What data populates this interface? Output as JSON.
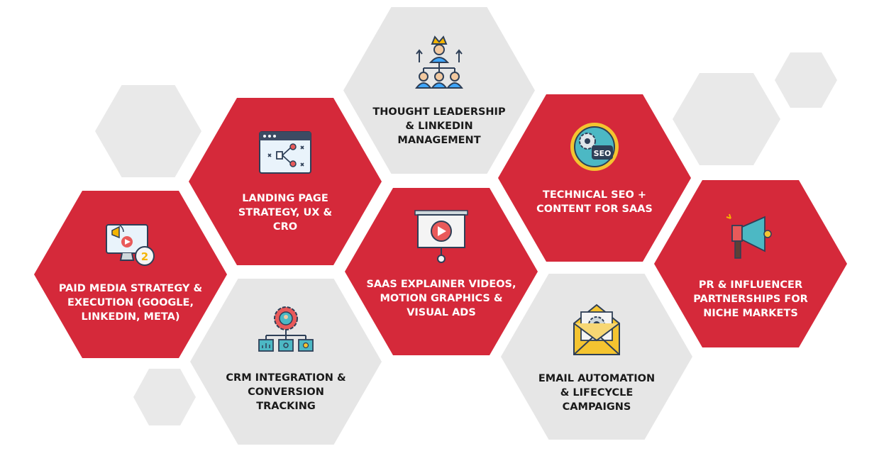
{
  "colors": {
    "red": "#d5293a",
    "gray": "#e6e6e6",
    "text_dark": "#1a1a1a",
    "text_light": "#ffffff"
  },
  "services": [
    {
      "label": "Thought Leadership\n& LinkedIn\nManagement",
      "style": "gray",
      "icon": "leadership-team-icon"
    },
    {
      "label": "Landing Page\nStrategy, UX &\nCRO",
      "style": "red",
      "icon": "landing-page-flow-icon"
    },
    {
      "label": "Technical SEO +\nContent for SaaS",
      "style": "red",
      "icon": "seo-gear-icon"
    },
    {
      "label": "Paid Media Strategy &\nExecution (Google,\nLinkedIn, Meta)",
      "style": "red",
      "icon": "paid-media-monitor-icon"
    },
    {
      "label": "SaaS Explainer Videos,\nMotion Graphics &\nVisual Ads",
      "style": "red",
      "icon": "video-presentation-icon"
    },
    {
      "label": "PR & Influencer\nPartnerships for\nNiche Markets",
      "style": "red",
      "icon": "megaphone-icon"
    },
    {
      "label": "CRM Integration &\nConversion\nTracking",
      "style": "gray",
      "icon": "crm-gear-network-icon"
    },
    {
      "label": "Email Automation\n& Lifecycle\nCampaigns",
      "style": "gray",
      "icon": "email-envelope-gear-icon"
    }
  ]
}
